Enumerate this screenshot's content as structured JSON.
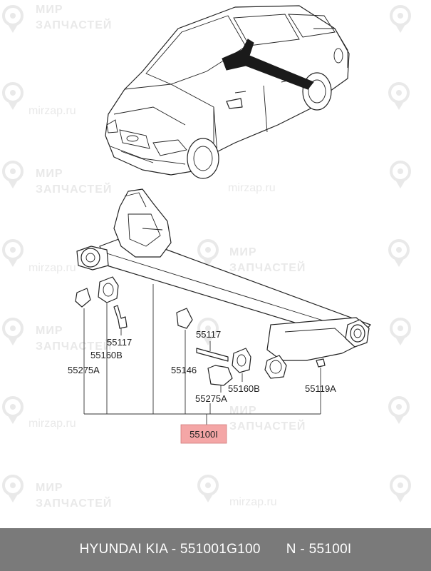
{
  "watermark": {
    "brand_line1": "МИР",
    "brand_line2": "ЗАПЧАСТЕЙ",
    "site": "mirzap.ru"
  },
  "labels": {
    "p55117_left": "55117",
    "p55160b_left": "55160B",
    "p55275a_left": "55275A",
    "p55146": "55146",
    "p55117_right": "55117",
    "p55160b_right": "55160B",
    "p55275a_right": "55275A",
    "p55119a": "55119A",
    "p55100i": "55100I"
  },
  "highlight_color": "#f4a6a6",
  "footer": {
    "brand": "HYUNDAI KIA - 551001G100",
    "code": "N - 55100I"
  }
}
